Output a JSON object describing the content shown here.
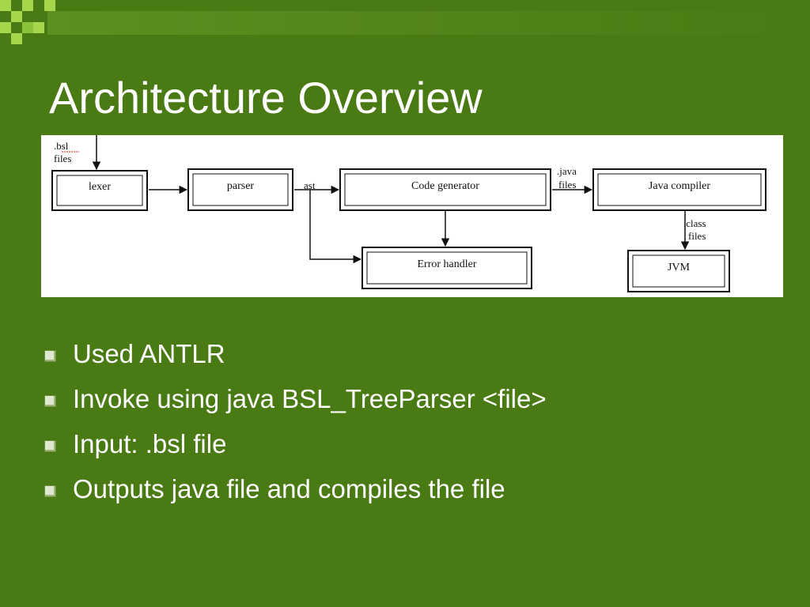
{
  "title": "Architecture Overview",
  "diagram": {
    "nodes": {
      "lexer": "lexer",
      "parser": "parser",
      "code_generator": "Code generator",
      "java_compiler": "Java compiler",
      "error_handler": "Error handler",
      "jvm": "JVM"
    },
    "edge_labels": {
      "bsl_files_line1": ".bsl",
      "bsl_files_line2": "files",
      "ast": "ast",
      "java_files_line1": ".java",
      "java_files_line2": "files",
      "class_files_line1": ".class",
      "class_files_line2": "files"
    }
  },
  "bullets": [
    "Used ANTLR",
    "Invoke using java BSL_TreeParser <file>",
    "Input: .bsl file",
    "Outputs java file and compiles the file"
  ],
  "colors": {
    "background": "#4a7a14",
    "decoration_light": "#a6d64c",
    "text": "#ffffff"
  }
}
